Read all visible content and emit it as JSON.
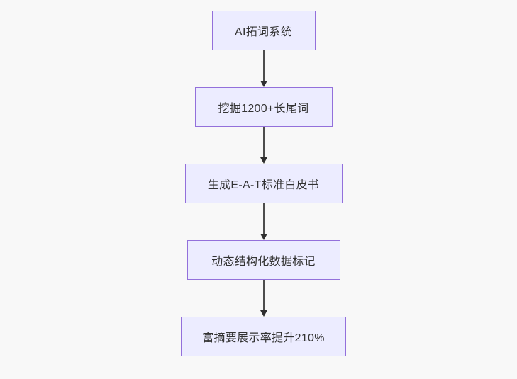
{
  "diagram": {
    "type": "flowchart",
    "direction": "top-down",
    "nodes": [
      {
        "id": "node-1",
        "label": "AI拓词系统"
      },
      {
        "id": "node-2",
        "label": "挖掘1200+长尾词"
      },
      {
        "id": "node-3",
        "label": "生成E-A-T标准白皮书"
      },
      {
        "id": "node-4",
        "label": "动态结构化数据标记"
      },
      {
        "id": "node-5",
        "label": "富摘要展示率提升210%"
      }
    ],
    "edges": [
      {
        "from": "node-1",
        "to": "node-2",
        "style": "arrow-down"
      },
      {
        "from": "node-2",
        "to": "node-3",
        "style": "arrow-down"
      },
      {
        "from": "node-3",
        "to": "node-4",
        "style": "arrow-down"
      },
      {
        "from": "node-4",
        "to": "node-5",
        "style": "arrow-down"
      }
    ]
  },
  "theme": {
    "background": "#f8f8f8",
    "node_fill": "#ececff",
    "node_border": "#9370db",
    "node_text": "#333333",
    "arrow_line": "#4d4d4d",
    "arrow_head": "#2f2f2f"
  }
}
